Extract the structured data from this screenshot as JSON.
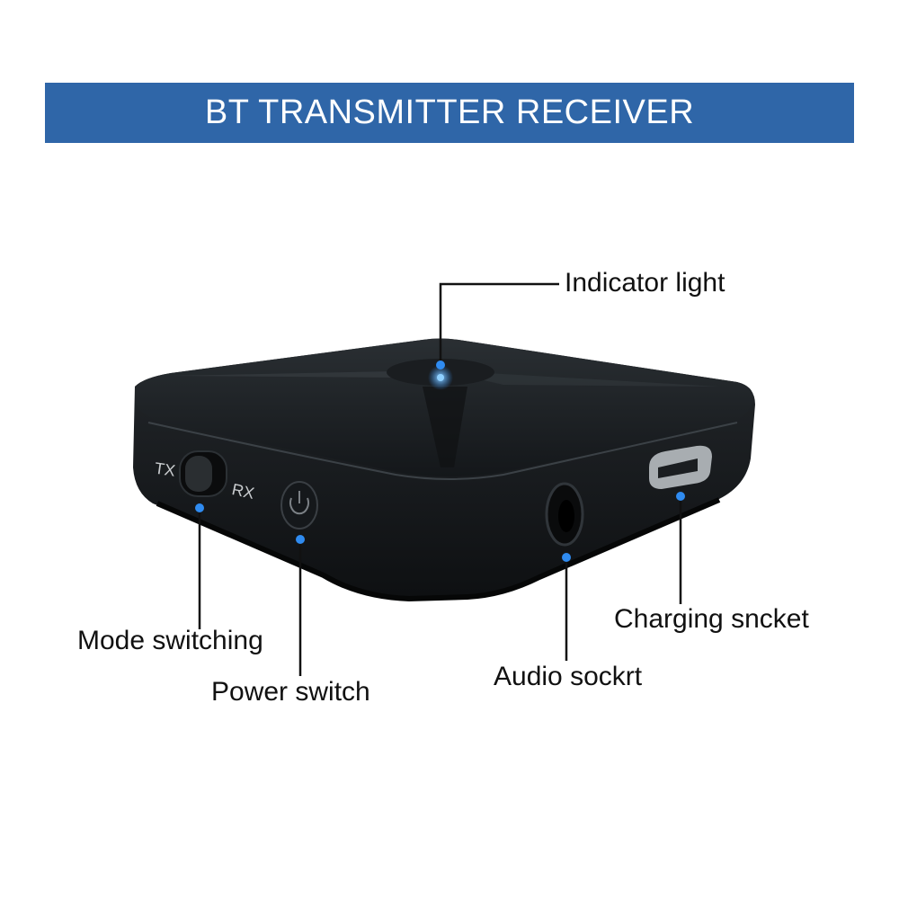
{
  "banner": {
    "title": "BT TRANSMITTER RECEIVER",
    "color": "#2f66a8"
  },
  "device": {
    "switch_left_label": "TX",
    "switch_right_label": "RX",
    "marker_color": "#2f8bf0"
  },
  "callouts": {
    "indicator_light": "Indicator light",
    "mode_switching": "Mode switching",
    "power_switch": "Power switch",
    "audio_socket": "Audio sockrt",
    "charging_socket": "Charging sncket"
  }
}
